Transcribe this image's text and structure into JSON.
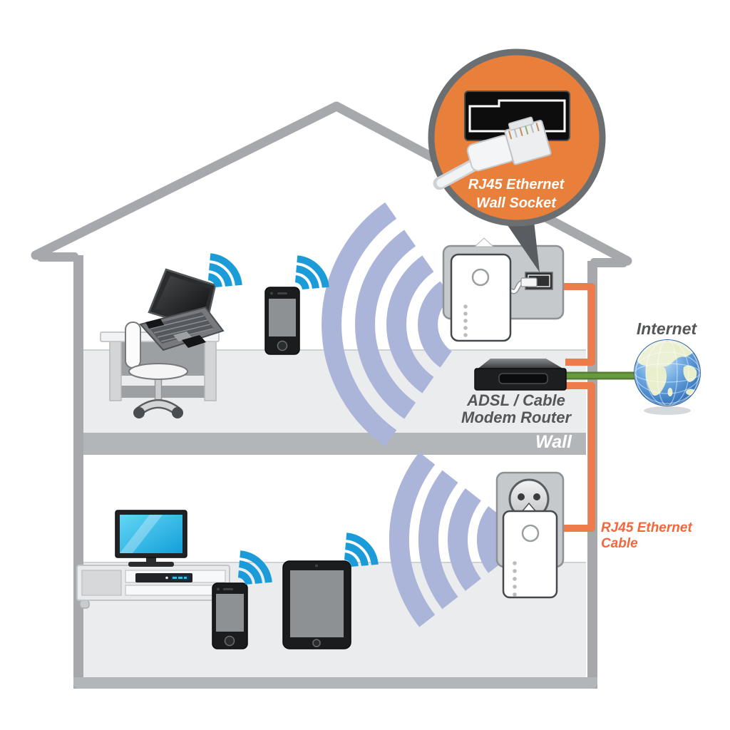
{
  "labels": {
    "callout_line1": "RJ45 Ethernet",
    "callout_line2": "Wall Socket",
    "internet": "Internet",
    "router_line1": "ADSL / Cable",
    "router_line2": "Modem Router",
    "wall": "Wall",
    "ethernet_cable": "RJ45 Ethernet Cable"
  },
  "colors": {
    "callout_orange": "#E8803C",
    "cable_orange": "#EE7C4B",
    "label_orange": "#F2683C",
    "wifi_blue": "#1B9CD8",
    "arc_lavender": "#ABB4D9",
    "cable_green": "#679A3C",
    "house_gray": "#A6A8AB",
    "label_gray": "#55565A"
  },
  "icons": {
    "wifi_small": "wifi-signal-icon",
    "wifi_large": "wifi-wave-arcs-icon",
    "globe": "internet-globe-icon"
  }
}
